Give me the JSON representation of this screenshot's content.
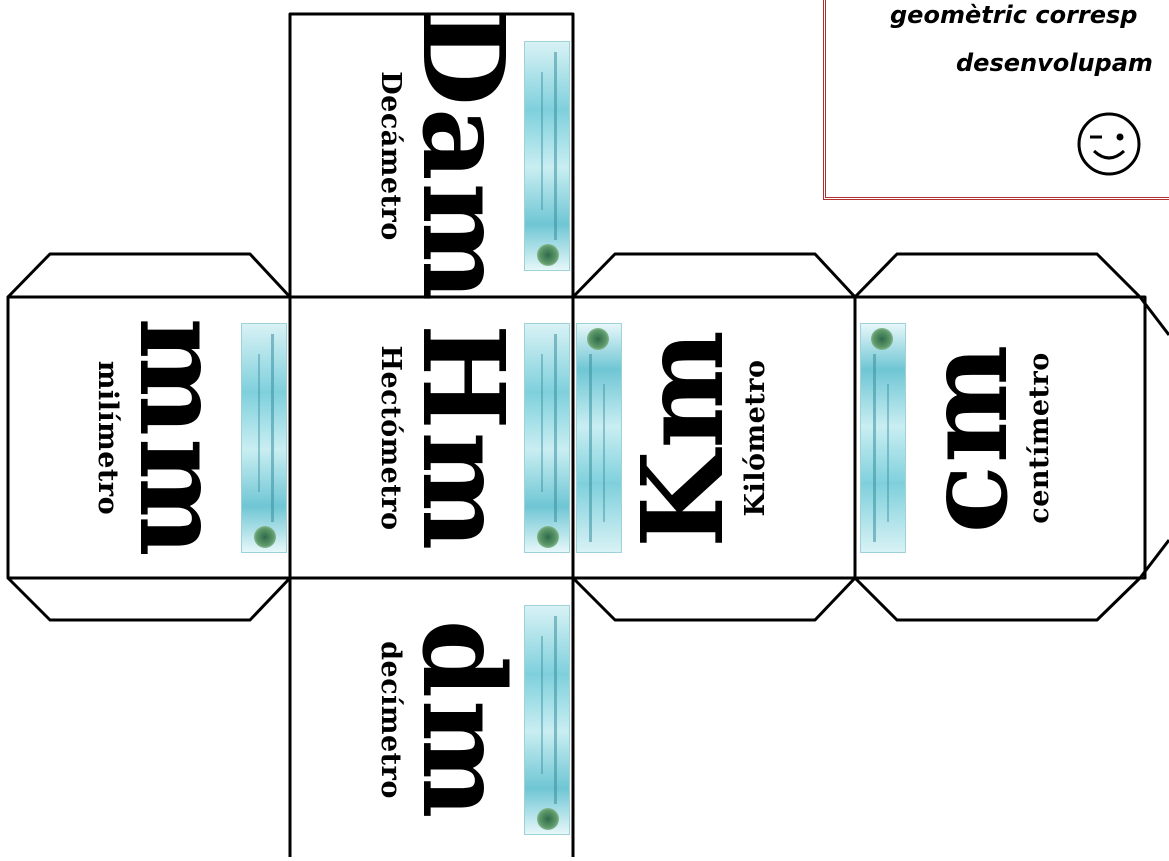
{
  "faces": {
    "top": {
      "symbol": "Dam",
      "name": "Decámetro"
    },
    "left": {
      "symbol": "mm",
      "name": "milímetro"
    },
    "center": {
      "symbol": "Hm",
      "name": "Hectómetro"
    },
    "right1": {
      "symbol": "Km",
      "name": "Kilómetro"
    },
    "right2": {
      "symbol": "cm",
      "name": "centímetro"
    },
    "bottom": {
      "symbol": "dm",
      "name": "decímetro"
    }
  },
  "note": {
    "line1": "geomètric corresp",
    "line2": "desenvolupam",
    "emoji": "wink-face-icon"
  }
}
